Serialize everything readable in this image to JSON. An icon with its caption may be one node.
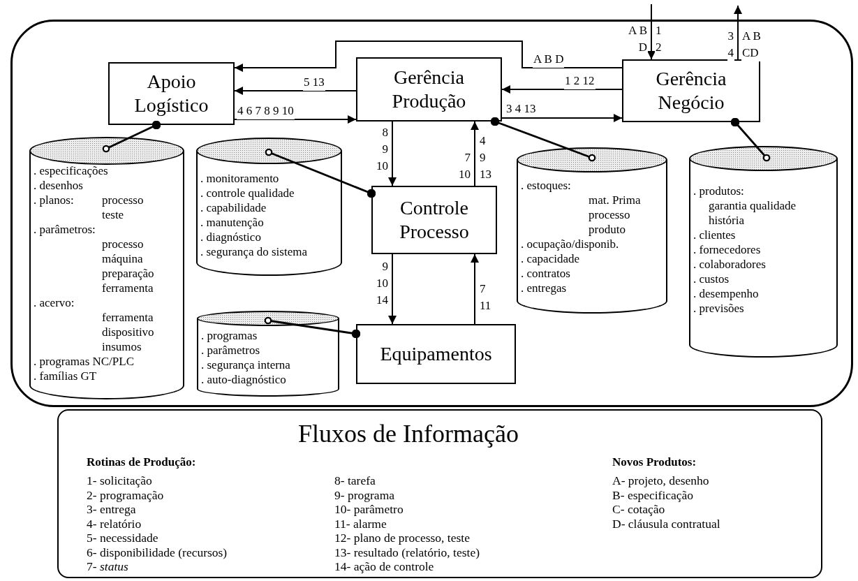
{
  "diagram": {
    "nodes": [
      {
        "text": [],
        "shape": "box"
      },
      {
        "text": [
          "Apoio Logístico"
        ],
        "in": 0
      },
      {
        "text": [
          "Gerência Produção"
        ],
        "in": 0
      },
      {
        "text": [
          "Gerência Negócio"
        ],
        "in": 0
      },
      {
        "text": [
          "Controle Processo"
        ],
        "in": 0
      },
      {
        "text": [
          "Equipamentos"
        ],
        "in": 0
      },
      {
        "text": [
          ". especificações",
          ". desenhos",
          ". planos:",
          "processo",
          "teste",
          ". parâmetros:",
          "processo",
          "máquina",
          "preparação",
          "ferramenta",
          ". acervo:",
          "ferramenta",
          "dispositivo",
          "insumos",
          ". programas NC/PLC",
          ". famílias GT"
        ],
        "in": 0
      },
      {
        "text": [
          ". monitoramento",
          ". controle qualidade",
          ". capabilidade",
          ". manutenção",
          ". diagnóstico",
          ". segurança do sistema"
        ],
        "in": 0
      },
      {
        "text": [
          ". programas",
          ". parâmetros",
          ". segurança interna",
          ". auto-diagnóstico"
        ],
        "in": 0
      },
      {
        "text": [
          ". estoques:",
          "mat. Prima",
          "processo",
          "produto",
          ". ocupação/disponib.",
          ". capacidade",
          ". contratos",
          ". entregas"
        ],
        "in": 0
      },
      {
        "text": [
          ". produtos:",
          "garantia qualidade",
          "história",
          ". clientes",
          ". fornecedores",
          ". colaboradores",
          ". custos",
          ". desempenho",
          ". previsões"
        ],
        "in": 0
      },
      {
        "text": [
          "Fluxos de Informação",
          "Rotinas de Produção:",
          "1- solicitação",
          "2- programação",
          "3- entrega",
          "4- relatório",
          "5- necessidade",
          "6- disponibilidade (recursos)",
          "7- *status*",
          "8- tarefa",
          "9- programa",
          "10- parâmetro",
          "11- alarme",
          "12- plano de processo, teste",
          "13- resultado (relatório, teste)",
          "14- ação de controle",
          "Novos Produtos:",
          "A- projeto, desenho",
          "B- especificação",
          "C- cotação",
          "D- cláusula contratual"
        ]
      }
    ],
    "edges": [
      {
        "from": 3,
        "to": 1,
        "arrow": "to",
        "label": "A B D"
      },
      {
        "from": 2,
        "to": 1,
        "arrow": "to",
        "label": "5 13"
      },
      {
        "from": 1,
        "to": 2,
        "arrow": "to",
        "label": "4 6 7 8 9 10"
      },
      {
        "from": 3,
        "to": 2,
        "arrow": "to",
        "label": "1 2 12"
      },
      {
        "from": 2,
        "to": 3,
        "arrow": "to",
        "label": "3 4 13"
      },
      {
        "from": 2,
        "to": 4,
        "arrow": "to",
        "label": "8 9 10"
      },
      {
        "from": 4,
        "to": 2,
        "arrow": "to",
        "label": "7 10"
      },
      {
        "from": 4,
        "to": 5,
        "arrow": "to",
        "label": "9 10 14"
      },
      {
        "from": 5,
        "to": 4,
        "arrow": "to",
        "label": "7 11"
      },
      {
        "from": null,
        "to": 3,
        "arrow": "to",
        "label": "A B D"
      },
      {
        "from": 3,
        "to": null,
        "arrow": "to",
        "label": "3 4"
      },
      {
        "from": 1,
        "to": 6,
        "arrow": "other"
      },
      {
        "from": 4,
        "to": 7,
        "arrow": "other"
      },
      {
        "from": 5,
        "to": 8,
        "arrow": "other"
      },
      {
        "from": 2,
        "to": 9,
        "arrow": "other"
      },
      {
        "from": 3,
        "to": 10,
        "arrow": "other"
      }
    ],
    "labels": [
      "4 9 13",
      "1 2",
      "A B CD"
    ]
  }
}
